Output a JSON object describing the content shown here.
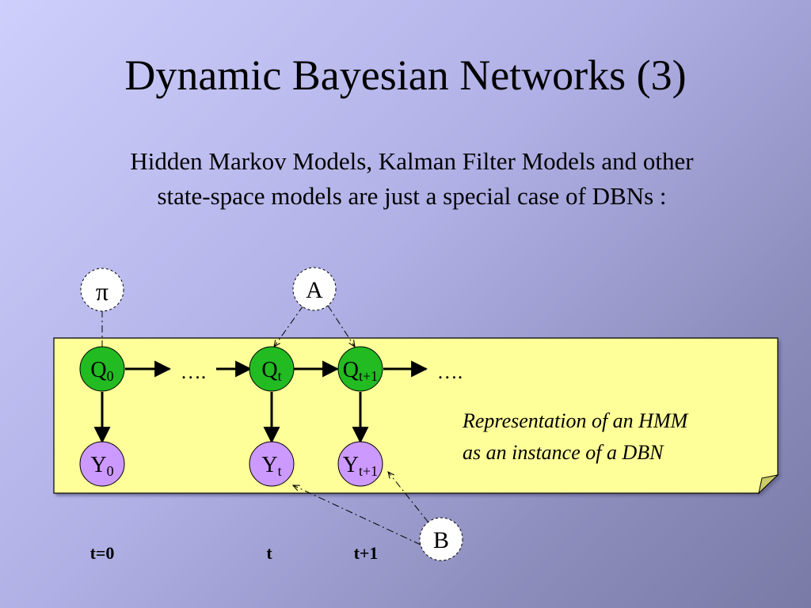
{
  "slide": {
    "title": "Dynamic Bayesian Networks (3)",
    "subtitle_line1": "Hidden Markov Models, Kalman Filter Models and other",
    "subtitle_line2": "state-space models are just a special case of DBNs :"
  },
  "diagram": {
    "colors": {
      "note_fill": "#ffff99",
      "hidden_node_fill": "#22bb22",
      "observed_node_fill": "#cc99ff",
      "param_node_fill": "#ffffff"
    },
    "param_nodes": {
      "pi": "π",
      "A": "A",
      "B": "B"
    },
    "hidden_nodes": {
      "q0": {
        "base": "Q",
        "sub": "0"
      },
      "qt": {
        "base": "Q",
        "sub": "t"
      },
      "qt1": {
        "base": "Q",
        "sub": "t+1"
      }
    },
    "observed_nodes": {
      "y0": {
        "base": "Y",
        "sub": "0"
      },
      "yt": {
        "base": "Y",
        "sub": "t"
      },
      "yt1": {
        "base": "Y",
        "sub": "t+1"
      }
    },
    "ellipsis": "….",
    "note_line1": "Representation of an HMM",
    "note_line2": "as an instance of a DBN",
    "time_labels": {
      "t0": "t=0",
      "t": "t",
      "t1": "t+1"
    }
  }
}
